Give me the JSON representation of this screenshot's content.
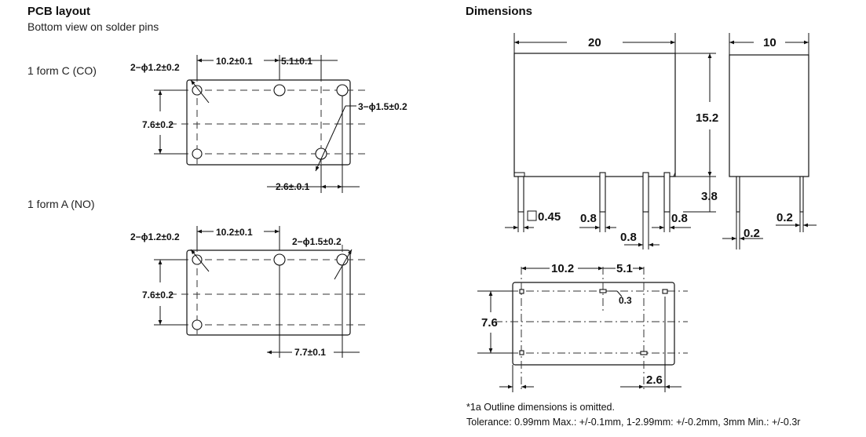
{
  "left": {
    "title": "PCB layout",
    "subtitle": "Bottom view on solder pins",
    "form_c": {
      "label": "1 form C (CO)",
      "dim_hole_small": "2−ϕ1.2±0.2",
      "dim_pitch_a": "10.2±0.1",
      "dim_pitch_b": "5.1±0.1",
      "dim_hole_large": "3−ϕ1.5±0.2",
      "dim_vertical": "7.6±0.2",
      "dim_offset": "2.6±.0.1"
    },
    "form_a": {
      "label": "1 form A (NO)",
      "dim_hole_small": "2−ϕ1.2±0.2",
      "dim_pitch_a": "10.2±0.1",
      "dim_hole_large": "2−ϕ1.5±0.2",
      "dim_vertical": "7.6±0.2",
      "dim_offset": "7.7±0.1"
    }
  },
  "right": {
    "title": "Dimensions",
    "front_view": {
      "width": "20",
      "height": "15.2",
      "pin_length": "3.8",
      "pin_square": "0.45",
      "pin_w1": "0.8",
      "pin_w2": "0.8",
      "pin_w3": "0.8"
    },
    "side_view": {
      "width": "10",
      "pin_t1": "0.2",
      "pin_t2": "0.2"
    },
    "bottom_view": {
      "pitch_a": "10.2",
      "pitch_b": "5.1",
      "pin_gap": "0.3",
      "vertical": "7.6",
      "offset": "2.6"
    },
    "notes": {
      "line1": "*1a Outline dimensions is omitted.",
      "line2": "Tolerance: 0.99mm Max.: +/-0.1mm, 1-2.99mm: +/-0.2mm, 3mm Min.: +/-0.3r"
    }
  }
}
